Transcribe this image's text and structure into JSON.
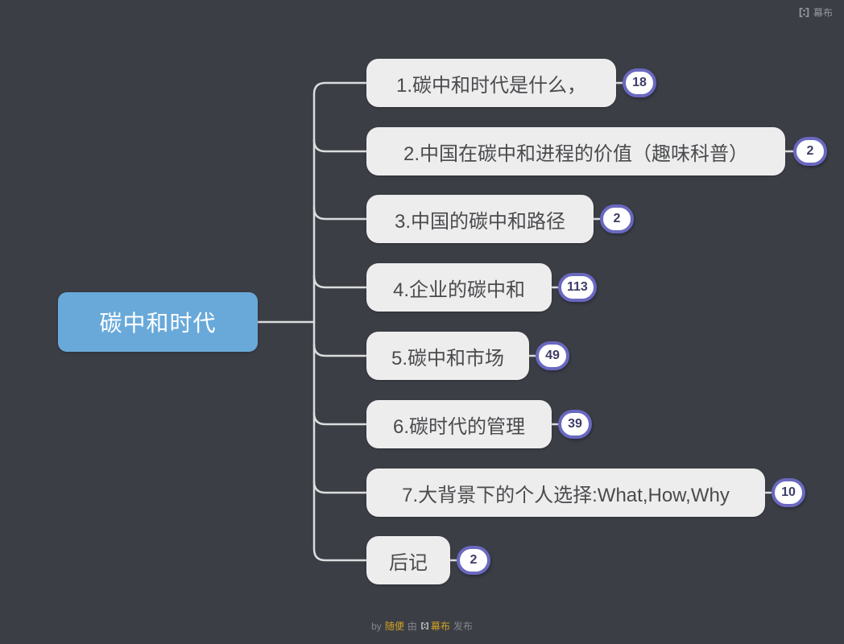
{
  "header": {
    "brand": "幕布"
  },
  "mindmap": {
    "root": {
      "label": "碳中和时代"
    },
    "children": [
      {
        "label": "1.碳中和时代是什么，",
        "count": "18"
      },
      {
        "label": "2.中国在碳中和进程的价值（趣味科普）",
        "count": "2"
      },
      {
        "label": "3.中国的碳中和路径",
        "count": "2"
      },
      {
        "label": "4.企业的碳中和",
        "count": "113"
      },
      {
        "label": "5.碳中和市场",
        "count": "49"
      },
      {
        "label": "6.碳时代的管理",
        "count": "39"
      },
      {
        "label": "7.大背景下的个人选择:What,How,Why",
        "count": "10"
      },
      {
        "label": "后记",
        "count": "2"
      }
    ]
  },
  "footer": {
    "prefix": "by",
    "author": "随便",
    "middle": "由",
    "brand": "幕布",
    "suffix": "发布"
  },
  "colors": {
    "background": "#3b3e45",
    "root_fill": "#69a9da",
    "node_fill": "#ededee",
    "node_text": "#4a4b4d",
    "connector": "#dcdcde",
    "badge_ring": "#6a68bf",
    "badge_text": "#3d3d68",
    "link_gold": "#d0a125"
  }
}
